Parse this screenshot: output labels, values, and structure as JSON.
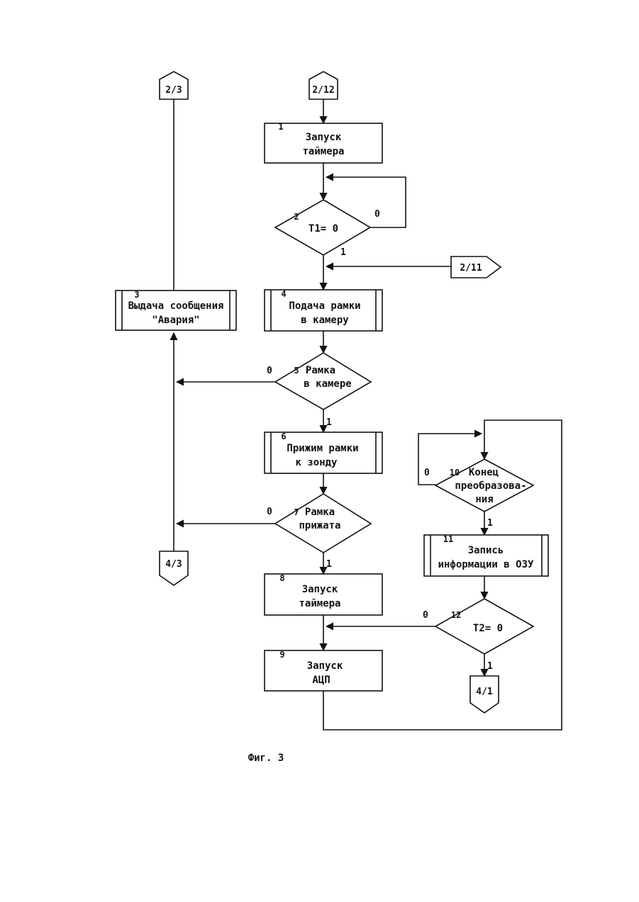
{
  "nodes": [
    {
      "id": "c-2-3-top",
      "text": "2/3"
    },
    {
      "id": "c-2-12",
      "text": "2/12"
    },
    {
      "id": "b1",
      "number": "1",
      "lines": [
        "Запуск",
        "таймера"
      ]
    },
    {
      "id": "b2",
      "number": "2",
      "lines": [
        "T1= 0"
      ]
    },
    {
      "id": "c-2-11",
      "text": "2/11"
    },
    {
      "id": "b3",
      "number": "3",
      "lines": [
        "Выдача сообщения",
        "\"Авария\""
      ]
    },
    {
      "id": "b4",
      "number": "4",
      "lines": [
        "Подача рамки",
        "в камеру"
      ]
    },
    {
      "id": "b5",
      "number": "5",
      "lines": [
        "Рамка",
        "в камере"
      ]
    },
    {
      "id": "b6",
      "number": "6",
      "lines": [
        "Прижим рамки",
        "к зонду"
      ]
    },
    {
      "id": "b7",
      "number": "7",
      "lines": [
        "Рамка",
        "прижата"
      ]
    },
    {
      "id": "c-4-3",
      "text": "4/3"
    },
    {
      "id": "b8",
      "number": "8",
      "lines": [
        "Запуск",
        "таймера"
      ]
    },
    {
      "id": "b9",
      "number": "9",
      "lines": [
        "Запуск",
        "АЦП"
      ]
    },
    {
      "id": "b10",
      "number": "10",
      "lines": [
        "Конец",
        "преобразова-",
        "ния"
      ]
    },
    {
      "id": "b11",
      "number": "11",
      "lines": [
        "Запись",
        "информации в ОЗУ"
      ]
    },
    {
      "id": "b12",
      "number": "12",
      "lines": [
        "T2= 0"
      ]
    },
    {
      "id": "c-4-1",
      "text": "4/1"
    }
  ],
  "edge_labels": {
    "d2_no": "0",
    "d2_yes": "1",
    "d5_no": "0",
    "d5_yes": "1",
    "d7_no": "0",
    "d7_yes": "1",
    "d10_no": "0",
    "d10_yes": "1",
    "d12_no": "0",
    "d12_yes": "1"
  },
  "caption": "Фиг. 3"
}
